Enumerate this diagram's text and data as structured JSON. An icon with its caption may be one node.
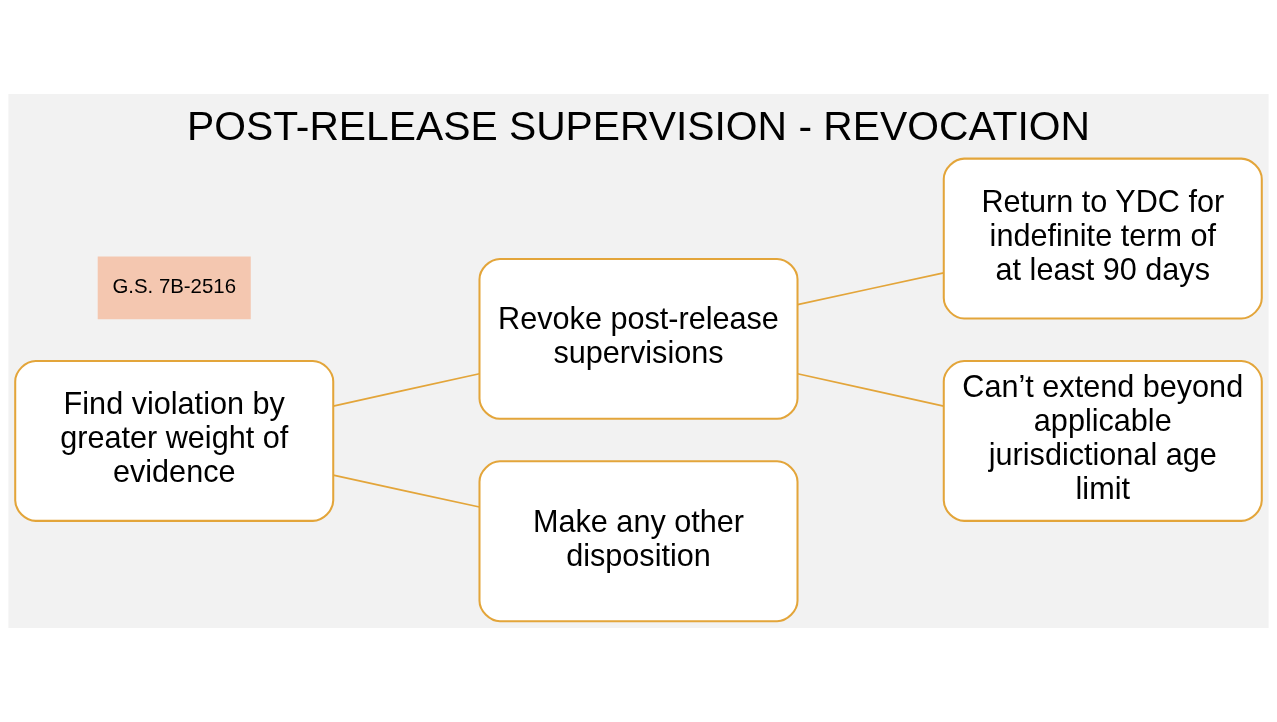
{
  "diagram": {
    "title": "POST-RELEASE SUPERVISION - REVOCATION",
    "nodes": [
      {
        "text": [
          "Find violation by greater weight of evidence"
        ]
      },
      {
        "text": [
          "Revoke post-release supervisions"
        ]
      },
      {
        "text": [
          "Make any other disposition"
        ]
      },
      {
        "text": [
          "Return to YDC for indefinite term of at least 90 days"
        ]
      },
      {
        "text": [
          "Can’t extend beyond applicable jurisdictional age limit"
        ]
      },
      {
        "text": [
          "G.S. 7B-2516"
        ]
      }
    ],
    "edges": [
      {
        "from": 0,
        "to": 1,
        "arrow": "none"
      },
      {
        "from": 0,
        "to": 2,
        "arrow": "none"
      },
      {
        "from": 1,
        "to": 3,
        "arrow": "none"
      },
      {
        "from": 1,
        "to": 4,
        "arrow": "none"
      }
    ]
  }
}
